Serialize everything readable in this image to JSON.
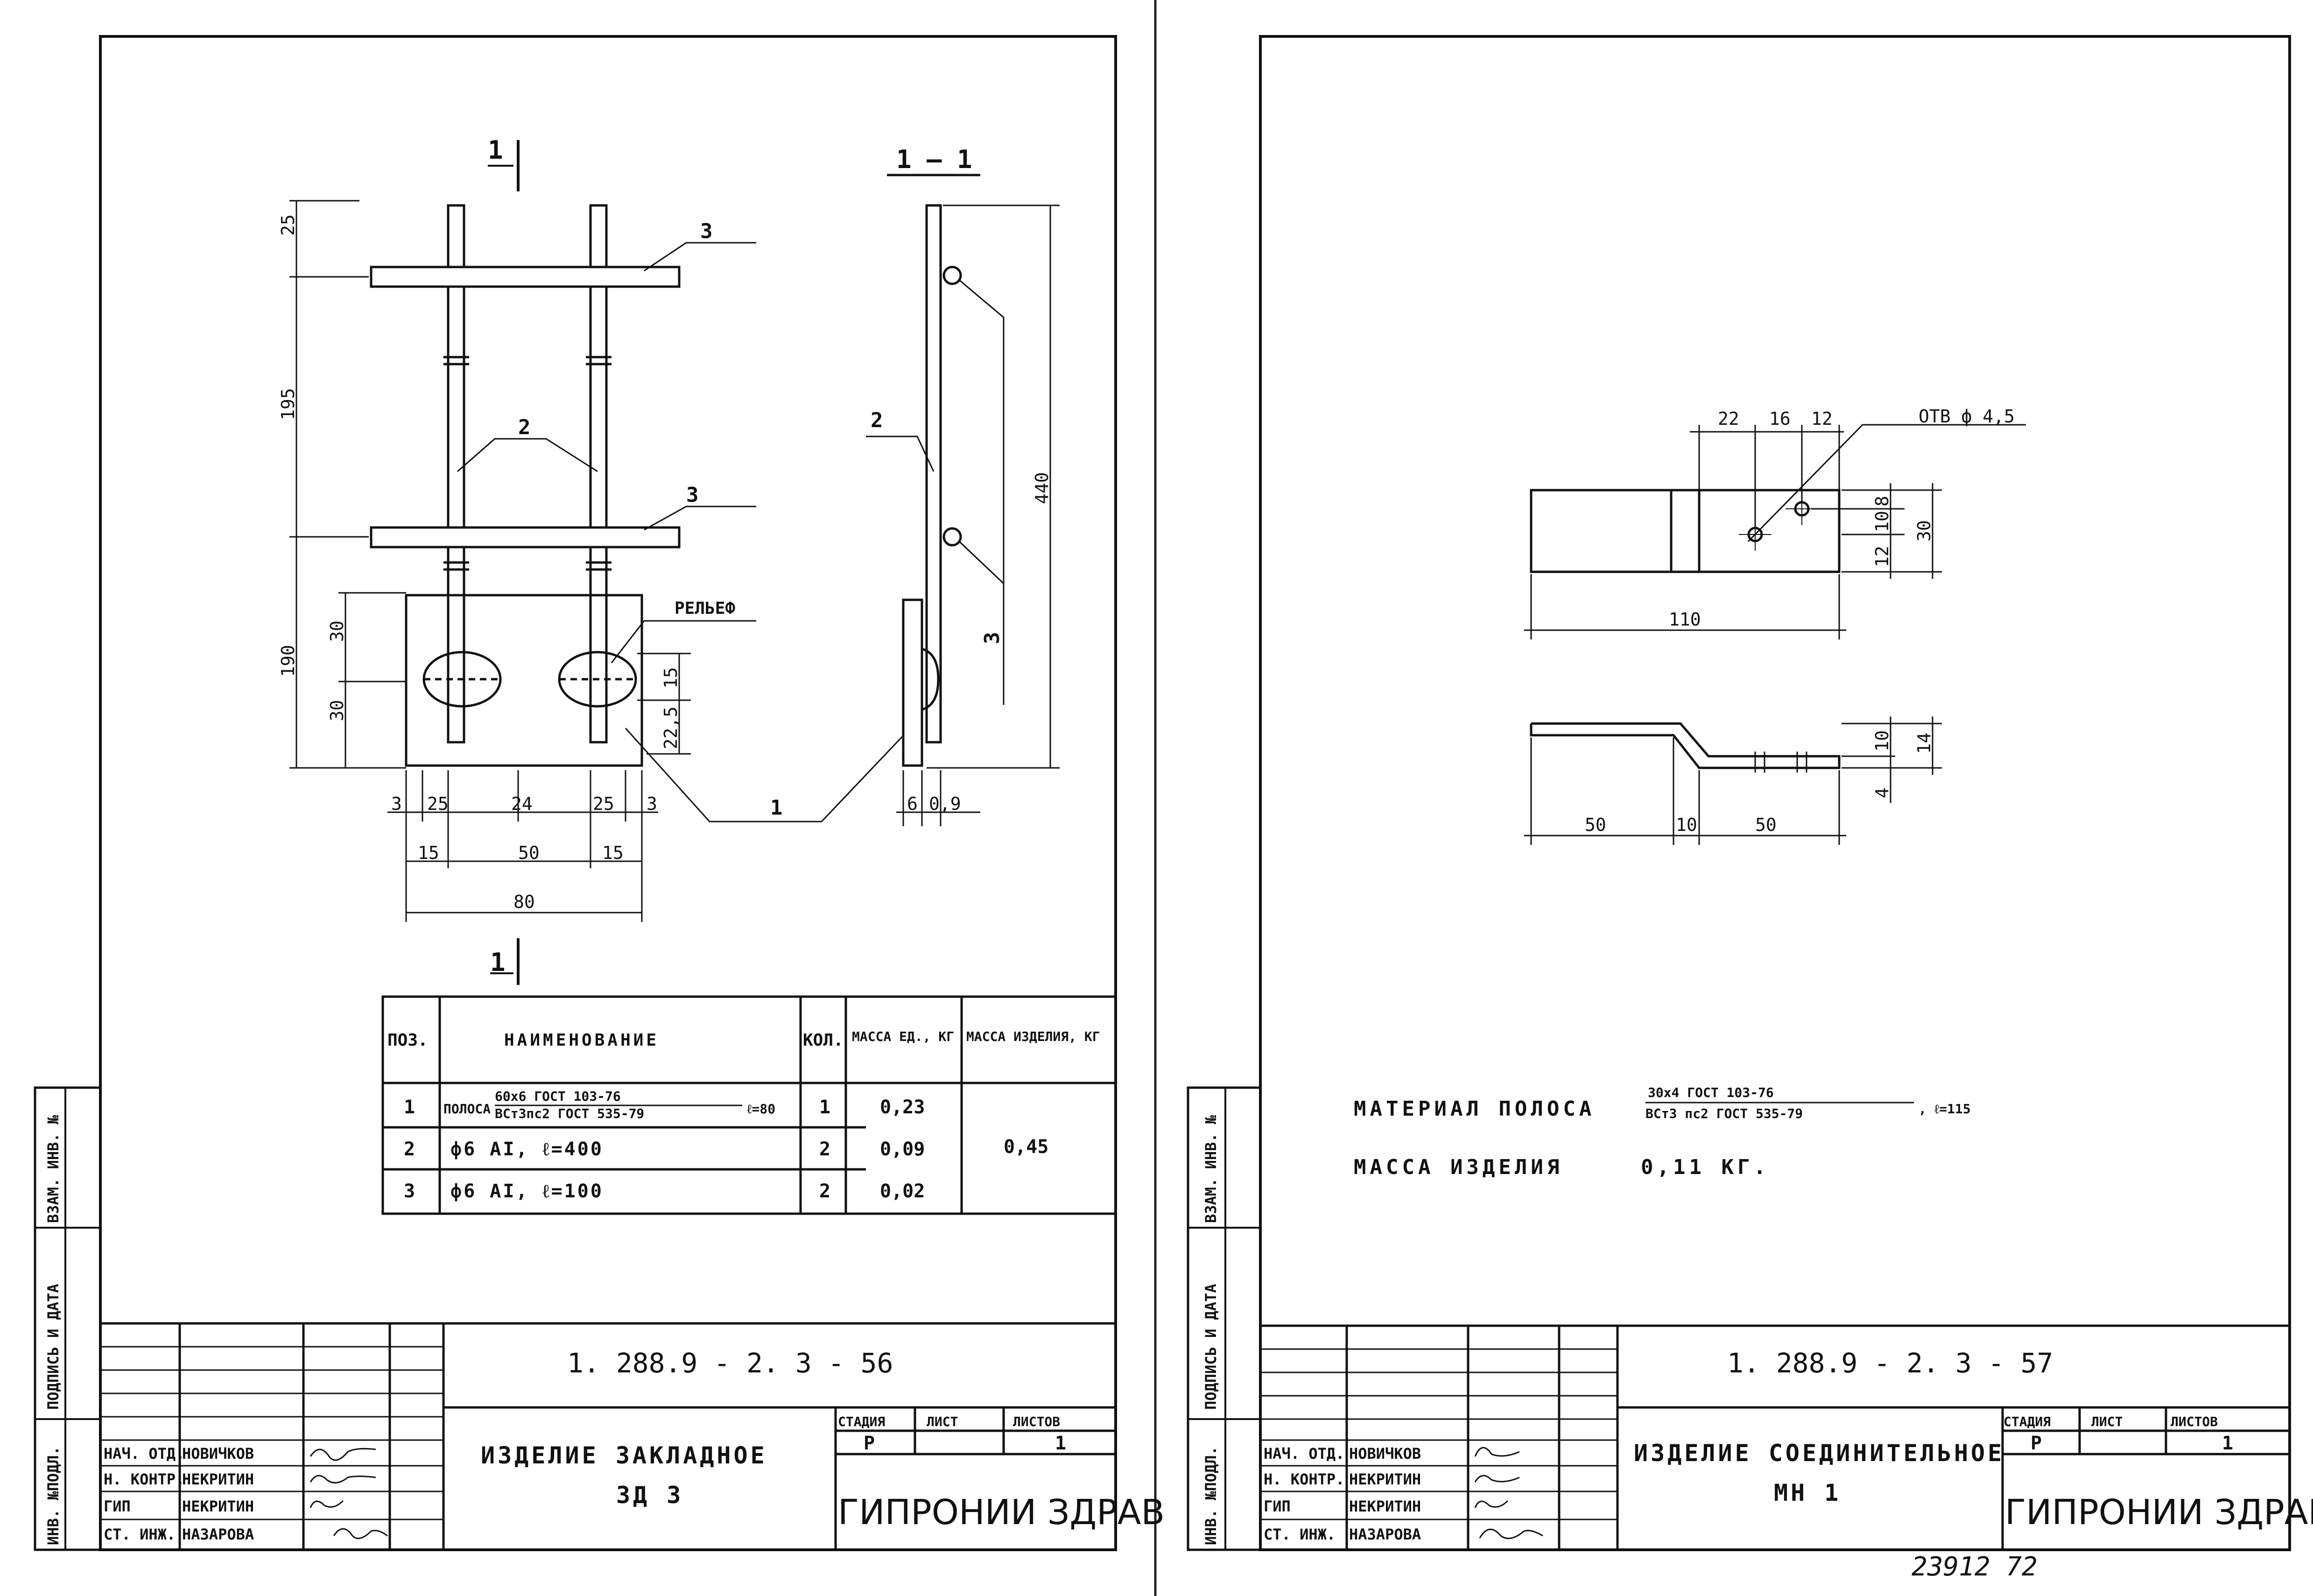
{
  "left_sheet": {
    "section_mark": "1",
    "section_title": "1 — 1",
    "dims_plan": {
      "top": "25",
      "mid": "195",
      "lower": "190",
      "plate_a": "30",
      "plate_b": "30",
      "hole_h": "15",
      "edge_h": "22,5",
      "w_row1": [
        "3",
        "25",
        "24",
        "25",
        "3"
      ],
      "w_row2": [
        "15",
        "50",
        "15"
      ],
      "total_w": "80"
    },
    "dims_section": {
      "height": "440",
      "t1": "6",
      "t2": "0,9"
    },
    "relief_label": "РЕЛЬЕФ",
    "pos_labels": {
      "p1": "1",
      "p2": "2",
      "p3": "3"
    },
    "spec_table": {
      "headers": [
        "ПОЗ.",
        "НАИМЕНОВАНИЕ",
        "КОЛ.",
        "МАССА ЕД., КГ",
        "МАССА ИЗДЕЛИЯ, КГ"
      ],
      "rows": [
        {
          "pos": "1",
          "name_pre": "ПОЛОСА",
          "frac_top": "60х6 ГОСТ 103-76",
          "frac_bottom": "ВСт3пс2 ГОСТ 535-79",
          "name_post": "ℓ=80",
          "qty": "1",
          "mass": "0,23"
        },
        {
          "pos": "2",
          "name": "ф6 АI,  ℓ=400",
          "qty": "2",
          "mass": "0,09"
        },
        {
          "pos": "3",
          "name": "ф6 АI,  ℓ=100",
          "qty": "2",
          "mass": "0,02"
        }
      ],
      "total_mass": "0,45"
    },
    "side_stamp": {
      "s1": "ИНВ. №ПОДЛ.",
      "s2": "ПОДПИСЬ И ДАТА",
      "s3": "ВЗАМ. ИНВ. №"
    },
    "title_block": {
      "doc_no": "1. 288.9  -  2. 3  -  56",
      "title_line1": "ИЗДЕЛИЕ  ЗАКЛАДНОЕ",
      "title_line2": "ЗД 3",
      "stage_header": "СТАДИЯ",
      "sheet_header": "ЛИСТ",
      "sheets_header": "ЛИСТОВ",
      "stage": "Р",
      "sheets": "1",
      "org": "ГИПРОНИИ ЗДРАВ",
      "roles": [
        {
          "role": "НАЧ. ОТД.",
          "name": "НОВИЧКОВ"
        },
        {
          "role": "Н. КОНТР.",
          "name": "НЕКРИТИН"
        },
        {
          "role": "ГИП",
          "name": "НЕКРИТИН"
        },
        {
          "role": "СТ. ИНЖ.",
          "name": "НАЗАРОВА"
        }
      ]
    }
  },
  "right_sheet": {
    "dims": {
      "top": [
        "22",
        "16",
        "12"
      ],
      "hole": "ОТВ ф 4,5",
      "right": [
        "8",
        "10",
        "12"
      ],
      "height": "30",
      "length": "110",
      "bottom": [
        "50",
        "10",
        "50"
      ],
      "side": [
        "10",
        "14",
        "4"
      ]
    },
    "material_label": "МАТЕРИАЛ ПОЛОСА",
    "material_top": "30х4 ГОСТ 103-76",
    "material_bottom": "ВСт3 пс2 ГОСТ 535-79",
    "material_len": ", ℓ=115",
    "mass_label": "МАССА ИЗДЕЛИЯ",
    "mass_value": "0,11 КГ.",
    "side_stamp": {
      "s1": "ИНВ. №ПОДЛ.",
      "s2": "ПОДПИСЬ И ДАТА",
      "s3": "ВЗАМ. ИНВ. №"
    },
    "title_block": {
      "doc_no": "1. 288.9  -  2. 3  -  57",
      "title_line1": "ИЗДЕЛИЕ СОЕДИНИТЕЛЬНОЕ",
      "title_line2": "МН 1",
      "stage_header": "СТАДИЯ",
      "sheet_header": "ЛИСТ",
      "sheets_header": "ЛИСТОВ",
      "stage": "Р",
      "sheets": "1",
      "org": "ГИПРОНИИ ЗДРАВ",
      "roles": [
        {
          "role": "НАЧ. ОТД.",
          "name": "НОВИЧКОВ"
        },
        {
          "role": "Н. КОНТР.",
          "name": "НЕКРИТИН"
        },
        {
          "role": "ГИП",
          "name": "НЕКРИТИН"
        },
        {
          "role": "СТ. ИНЖ.",
          "name": "НАЗАРОВА"
        }
      ]
    },
    "footer_no": "23912   72"
  }
}
